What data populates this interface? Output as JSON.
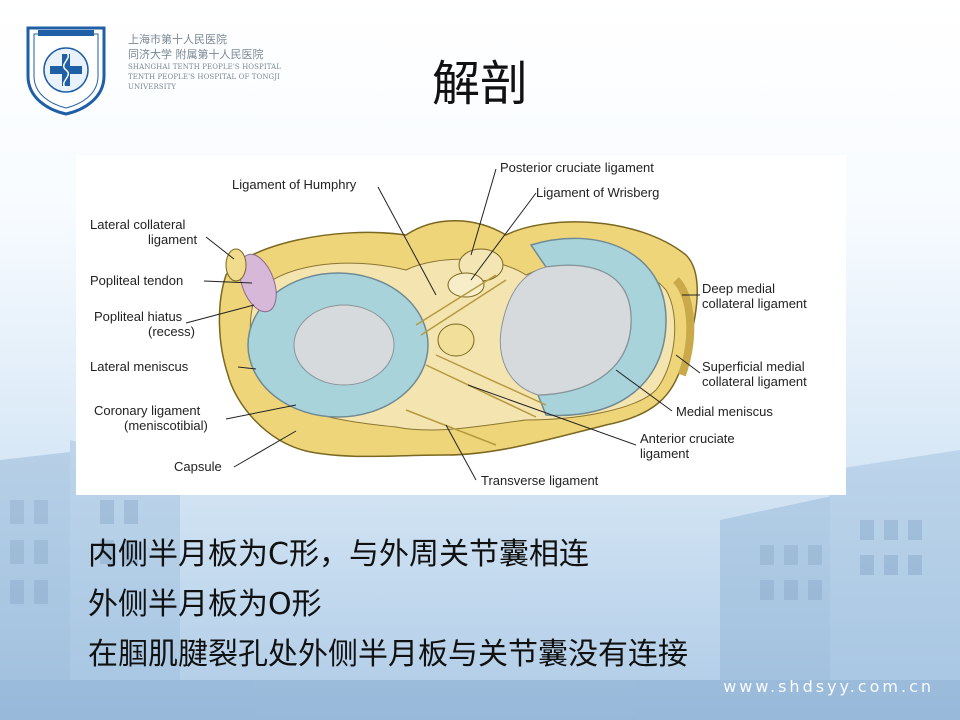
{
  "hospital": {
    "name_cn_1": "上海市第十人民医院",
    "name_cn_2": "同济大学 附属第十人民医院",
    "name_en_1": "SHANGHAI TENTH PEOPLE'S HOSPITAL",
    "name_en_2": "TENTH PEOPLE'S HOSPITAL OF TONGJI UNIVERSITY"
  },
  "title": "解剖",
  "figure": {
    "labels": {
      "humphry": "Ligament of Humphry",
      "pcl": "Posterior  cruciate ligament",
      "wrisberg": "Ligament of Wrisberg",
      "lcl_1": "Lateral collateral",
      "lcl_2": "ligament",
      "popliteal_tendon": "Popliteal tendon",
      "hiatus_1": "Popliteal hiatus",
      "hiatus_2": "(recess)",
      "lateral_meniscus": "Lateral meniscus",
      "coronary_1": "Coronary ligament",
      "coronary_2": "(meniscotibial)",
      "capsule": "Capsule",
      "transverse": "Transverse ligament",
      "deep_mcl_1": "Deep medial",
      "deep_mcl_2": "collateral ligament",
      "sup_mcl_1": "Superficial medial",
      "sup_mcl_2": "collateral ligament",
      "medial_meniscus": "Medial meniscus",
      "acl_1": "Anterior cruciate",
      "acl_2": "ligament"
    }
  },
  "body_lines": [
    "内侧半月板为C形，与外周关节囊相连",
    "外侧半月板为O形",
    "在腘肌腱裂孔处外侧半月板与关节囊没有连接"
  ],
  "footer_url": "www.shdsyy.com.cn"
}
